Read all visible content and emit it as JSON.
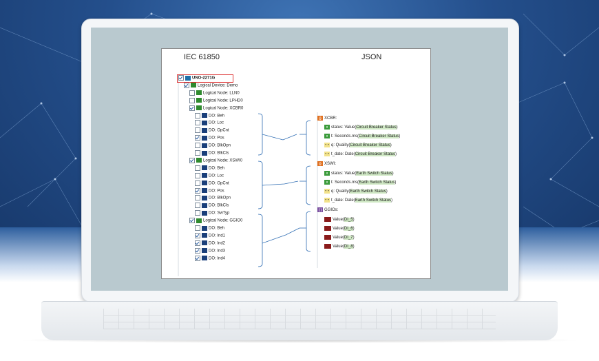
{
  "titles": {
    "left": "IEC 61850",
    "right": "JSON"
  },
  "iec_tree": [
    {
      "label": "UNO-2271G",
      "icon": "ied",
      "checked": true,
      "bold": true
    },
    {
      "label": "Logical Device: Demo",
      "icon": "ld",
      "checked": true
    },
    {
      "label": "Logical Node: LLN0",
      "icon": "ln",
      "checked": false
    },
    {
      "label": "Logical Node: LPHD0",
      "icon": "ln",
      "checked": false
    },
    {
      "label": "Logical Node: XCBR0",
      "icon": "ln",
      "checked": true
    },
    {
      "label": "DO: Beh",
      "icon": "do",
      "checked": false
    },
    {
      "label": "DO: Loc",
      "icon": "do",
      "checked": false
    },
    {
      "label": "DO: OpCnt",
      "icon": "do",
      "checked": false
    },
    {
      "label": "DO: Pos",
      "icon": "do",
      "checked": true
    },
    {
      "label": "DO: BlkOpn",
      "icon": "do",
      "checked": false
    },
    {
      "label": "DO: BlkCls",
      "icon": "do",
      "checked": false
    },
    {
      "label": "Logical Node: XSWI0",
      "icon": "ln",
      "checked": true
    },
    {
      "label": "DO: Beh",
      "icon": "do",
      "checked": false
    },
    {
      "label": "DO: Loc",
      "icon": "do",
      "checked": false
    },
    {
      "label": "DO: OpCnt",
      "icon": "do",
      "checked": false
    },
    {
      "label": "DO: Pos",
      "icon": "do",
      "checked": true
    },
    {
      "label": "DO: BlkOpn",
      "icon": "do",
      "checked": false
    },
    {
      "label": "DO: BlkCls",
      "icon": "do",
      "checked": false
    },
    {
      "label": "DO: SwTyp",
      "icon": "do",
      "checked": false
    },
    {
      "label": "Logical Node: GGIO0",
      "icon": "ln",
      "checked": true
    },
    {
      "label": "DO: Beh",
      "icon": "do",
      "checked": false
    },
    {
      "label": "DO: Ind1",
      "icon": "do",
      "checked": true
    },
    {
      "label": "DO: Ind2",
      "icon": "do",
      "checked": true
    },
    {
      "label": "DO: Ind3",
      "icon": "do",
      "checked": true
    },
    {
      "label": "DO: Ind4",
      "icon": "do",
      "checked": true
    }
  ],
  "json_tree": [
    {
      "prefix": "XCBR:",
      "hl": "",
      "icon": "obj",
      "glyph": "{}"
    },
    {
      "prefix": "status: Value(",
      "hl": "Circuit Breaker Status",
      "suffix": ")",
      "icon": "num",
      "glyph": "#"
    },
    {
      "prefix": "t: Seconds.ms(",
      "hl": "Circuit Breaker Status",
      "suffix": ")",
      "icon": "num",
      "glyph": "#"
    },
    {
      "prefix": "q: Quality(",
      "hl": "Circuit Breaker Status",
      "suffix": ")",
      "icon": "str",
      "glyph": "“ ”"
    },
    {
      "prefix": "t_date: Date(",
      "hl": "Circuit Breaker Status",
      "suffix": ")",
      "icon": "str",
      "glyph": "“ ”"
    },
    {
      "prefix": "XSWI:",
      "hl": "",
      "icon": "obj",
      "glyph": "{}"
    },
    {
      "prefix": "status: Value(",
      "hl": "Earth Switch Status",
      "suffix": ")",
      "icon": "num",
      "glyph": "#"
    },
    {
      "prefix": "t: Seconds.ms(",
      "hl": "Earth Switch Status",
      "suffix": ")",
      "icon": "num",
      "glyph": "#"
    },
    {
      "prefix": "q: Quality(",
      "hl": "Earth Switch Status",
      "suffix": ")",
      "icon": "str",
      "glyph": "“ ”"
    },
    {
      "prefix": "t_date: Date(",
      "hl": "Earth Switch Status",
      "suffix": ")",
      "icon": "str",
      "glyph": "“ ”"
    },
    {
      "prefix": "GGIOs:",
      "hl": "",
      "icon": "arr",
      "glyph": "[ ]"
    },
    {
      "prefix": "Value(",
      "hl": "DI_5",
      "suffix": ")",
      "icon": "val",
      "glyph": ""
    },
    {
      "prefix": "Value(",
      "hl": "DI_6",
      "suffix": ")",
      "icon": "val",
      "glyph": ""
    },
    {
      "prefix": "Value(",
      "hl": "DI_7",
      "suffix": ")",
      "icon": "val",
      "glyph": ""
    },
    {
      "prefix": "Value(",
      "hl": "DI_8",
      "suffix": ")",
      "icon": "val",
      "glyph": ""
    }
  ]
}
